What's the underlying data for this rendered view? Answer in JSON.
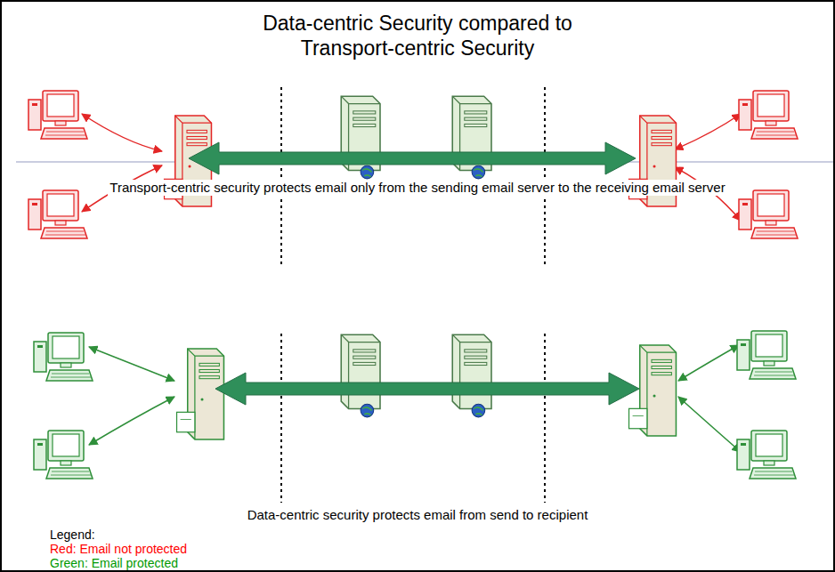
{
  "diagram": {
    "title": "Data-centric Security compared to Transport-centric Security",
    "labels": [
      "Transport-centric security protects email only from the sending email server to the receiving email server",
      "Data-centric security protects email from send to recipient",
      "Legend:"
    ],
    "legend": [
      {
        "text": "Red: Email not protected",
        "color": "#ff0000"
      },
      {
        "text": "Green: Email protected",
        "color": "#009900"
      }
    ]
  }
}
